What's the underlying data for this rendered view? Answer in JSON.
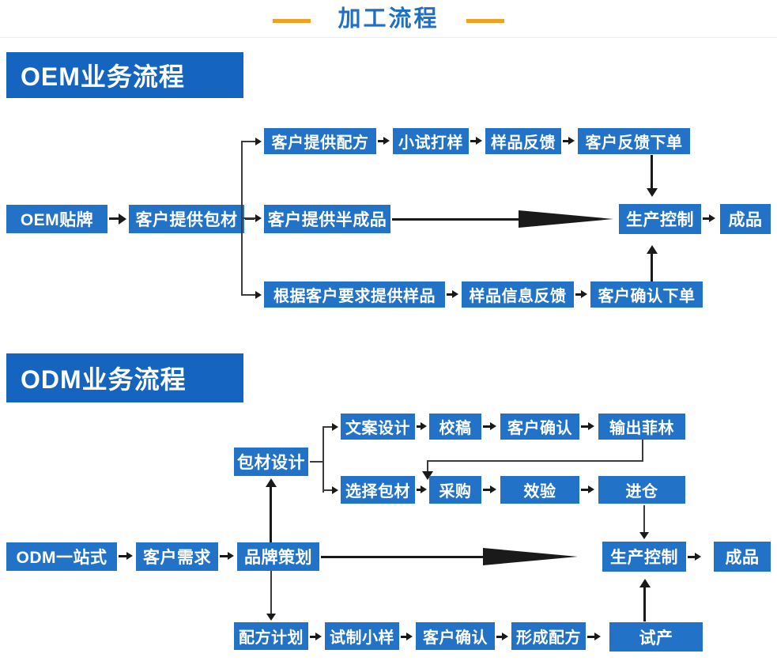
{
  "page": {
    "title": "加工流程",
    "accent_blue": "#1f6fc4",
    "accent_orange": "#f0a022",
    "node_blue": "#2272c8",
    "banner_blue": "#1565c0"
  },
  "sections": [
    {
      "id": "oem",
      "banner": "OEM业务流程",
      "start": "OEM贴牌",
      "hub": "客户提供包材",
      "branches": [
        {
          "id": "oem-top",
          "nodes": [
            "客户提供配方",
            "小试打样",
            "样品反馈",
            "客户反馈下单"
          ]
        },
        {
          "id": "oem-mid",
          "nodes": [
            "客户提供半成品"
          ]
        },
        {
          "id": "oem-bot",
          "nodes": [
            "根据客户要求提供样品",
            "样品信息反馈",
            "客户确认下单"
          ]
        }
      ],
      "control": "生产控制",
      "output": "成品"
    },
    {
      "id": "odm",
      "banner": "ODM业务流程",
      "start": "ODM一站式",
      "second": "客户需求",
      "hub": "品牌策划",
      "package_design": "包材设计",
      "branches": [
        {
          "id": "odm-design",
          "nodes": [
            "文案设计",
            "校稿",
            "客户确认",
            "输出菲林"
          ]
        },
        {
          "id": "odm-material",
          "nodes": [
            "选择包材",
            "采购",
            "效验",
            "进仓"
          ]
        },
        {
          "id": "odm-formula",
          "nodes": [
            "配方计划",
            "试制小样",
            "客户确认",
            "形成配方",
            "试产"
          ]
        }
      ],
      "control": "生产控制",
      "output": "成品"
    }
  ]
}
